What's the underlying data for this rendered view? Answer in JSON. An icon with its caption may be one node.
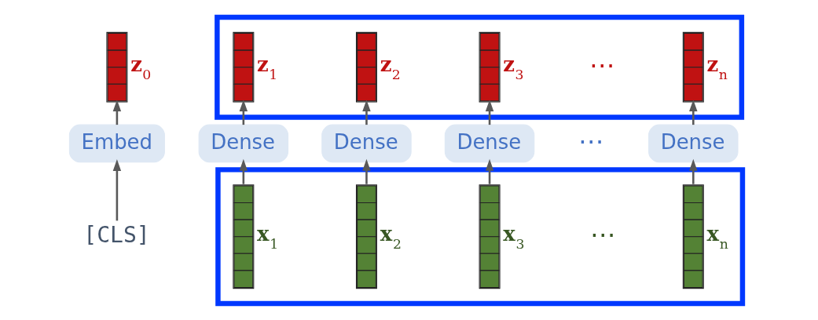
{
  "diagram": {
    "nodes": [
      {
        "text": [],
        "shape": "bar",
        "beside": [
          "z$_{0}$"
        ]
      },
      {
        "text": [],
        "shape": "box"
      },
      {
        "text": [],
        "shape": "bar",
        "beside": [
          "z$_{1}$"
        ],
        "in": 1
      },
      {
        "text": [],
        "shape": "bar",
        "beside": [
          "z$_{2}$"
        ],
        "in": 1
      },
      {
        "text": [],
        "shape": "bar",
        "beside": [
          "z$_{3}$"
        ],
        "in": 1
      },
      {
        "text": [],
        "shape": "bar",
        "beside": [
          "z$_{n}$"
        ],
        "in": 1
      },
      {
        "text": [
          "Embed"
        ]
      },
      {
        "text": [
          "Dense"
        ]
      },
      {
        "text": [
          "Dense"
        ]
      },
      {
        "text": [
          "Dense"
        ]
      },
      {
        "text": [
          "Dense"
        ]
      },
      {
        "text": [
          "[CLS]"
        ]
      },
      {
        "text": [],
        "shape": "box"
      },
      {
        "text": [],
        "shape": "bar",
        "beside": [
          "x$_{1}$"
        ],
        "in": 12
      },
      {
        "text": [],
        "shape": "bar",
        "beside": [
          "x$_{2}$"
        ],
        "in": 12
      },
      {
        "text": [],
        "shape": "bar",
        "beside": [
          "x$_{3}$"
        ],
        "in": 12
      },
      {
        "text": [],
        "shape": "bar",
        "beside": [
          "x$_{n}$"
        ],
        "in": 12
      }
    ],
    "edges": [
      {
        "from": 11,
        "to": 6,
        "arrow": "to"
      },
      {
        "from": 6,
        "to": 0,
        "arrow": "to"
      },
      {
        "from": 13,
        "to": 7,
        "arrow": "to"
      },
      {
        "from": 7,
        "to": 2,
        "arrow": "to"
      },
      {
        "from": 14,
        "to": 8,
        "arrow": "to"
      },
      {
        "from": 8,
        "to": 3,
        "arrow": "to"
      },
      {
        "from": 15,
        "to": 9,
        "arrow": "to"
      },
      {
        "from": 9,
        "to": 4,
        "arrow": "to"
      },
      {
        "from": 16,
        "to": 10,
        "arrow": "to"
      },
      {
        "from": 10,
        "to": 5,
        "arrow": "to"
      }
    ],
    "labels": [
      "⋯",
      "⋯",
      "⋯"
    ]
  }
}
